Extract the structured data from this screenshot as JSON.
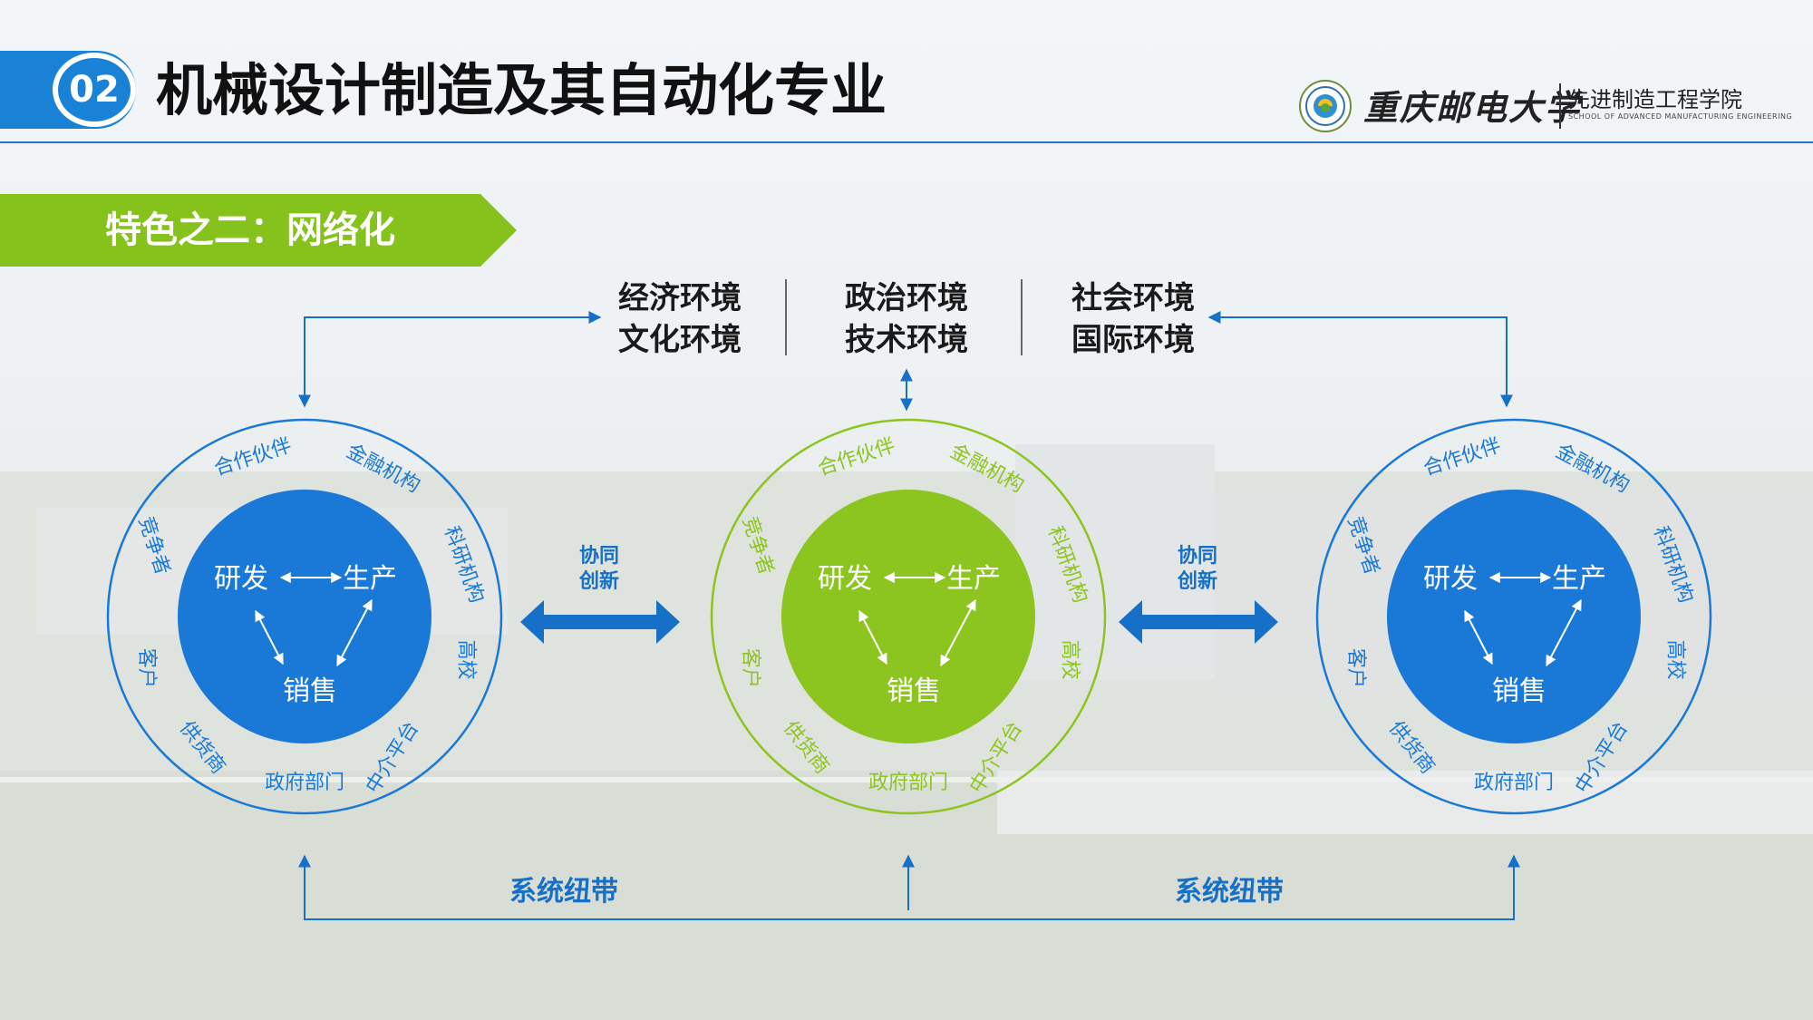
{
  "header": {
    "number": "02",
    "title": "机械设计制造及其自动化专业"
  },
  "logo": {
    "university": "重庆邮电大学",
    "school": "先进制造工程学院",
    "school_en": "SCHOOL OF ADVANCED MANUFACTURING ENGINEERING"
  },
  "feature": {
    "label": "特色之二：网络化"
  },
  "environments": {
    "left": [
      "经济环境",
      "文化环境"
    ],
    "middle": [
      "政治环境",
      "技术环境"
    ],
    "right": [
      "社会环境",
      "国际环境"
    ]
  },
  "cores": [
    {
      "theme": "blue",
      "rd": "研发",
      "production": "生产",
      "sales": "销售",
      "outer": [
        "合作伙伴",
        "金融机构",
        "科研机构",
        "高校",
        "中介平台",
        "政府部门",
        "供货商",
        "客户",
        "竞争者"
      ]
    },
    {
      "theme": "green",
      "rd": "研发",
      "production": "生产",
      "sales": "销售",
      "outer": [
        "合作伙伴",
        "金融机构",
        "科研机构",
        "高校",
        "中介平台",
        "政府部门",
        "供货商",
        "客户",
        "竞争者"
      ]
    },
    {
      "theme": "blue",
      "rd": "研发",
      "production": "生产",
      "sales": "销售",
      "outer": [
        "合作伙伴",
        "金融机构",
        "科研机构",
        "高校",
        "中介平台",
        "政府部门",
        "供货商",
        "客户",
        "竞争者"
      ]
    }
  ],
  "links": {
    "coop_1": [
      "协同",
      "创新"
    ],
    "coop_2": [
      "协同",
      "创新"
    ],
    "system_1": "系统纽带",
    "system_2": "系统纽带"
  },
  "colors": {
    "blue": "#1a79d6",
    "green": "#8cc51f",
    "banner": "#86c21c",
    "header": "#1a82d6"
  }
}
